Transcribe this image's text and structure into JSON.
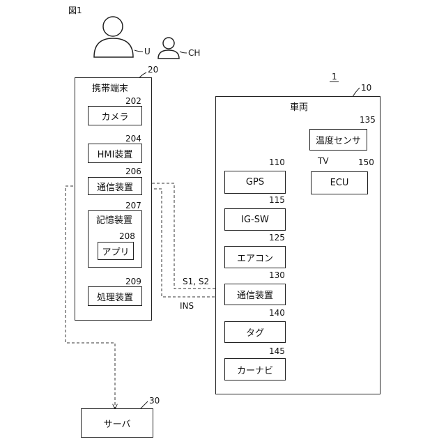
{
  "figure": {
    "label": "図1"
  },
  "people": {
    "user": "U",
    "child": "CH"
  },
  "system_ref": "1",
  "mobile": {
    "ref": "20",
    "title": "携帯端末",
    "camera": {
      "ref": "202",
      "label": "カメラ"
    },
    "hmi": {
      "ref": "204",
      "label": "HMI装置"
    },
    "comm": {
      "ref": "206",
      "label": "通信装置"
    },
    "storage": {
      "ref": "207",
      "label": "記憶装置"
    },
    "app": {
      "ref": "208",
      "label": "アプリ"
    },
    "proc": {
      "ref": "209",
      "label": "処理装置"
    }
  },
  "vehicle": {
    "ref": "10",
    "title": "車両",
    "sensor": {
      "ref": "135",
      "label": "温度センサ"
    },
    "ecu": {
      "ref": "150",
      "label": "ECU"
    },
    "gps": {
      "ref": "110",
      "label": "GPS"
    },
    "igsw": {
      "ref": "115",
      "label": "IG-SW"
    },
    "aircon": {
      "ref": "125",
      "label": "エアコン"
    },
    "comm": {
      "ref": "130",
      "label": "通信装置"
    },
    "tag": {
      "ref": "140",
      "label": "タグ"
    },
    "navi": {
      "ref": "145",
      "label": "カーナビ"
    }
  },
  "server": {
    "ref": "30",
    "label": "サーバ"
  },
  "signals": {
    "tv": "TV",
    "s1s2": "S1, S2",
    "ins": "INS"
  }
}
